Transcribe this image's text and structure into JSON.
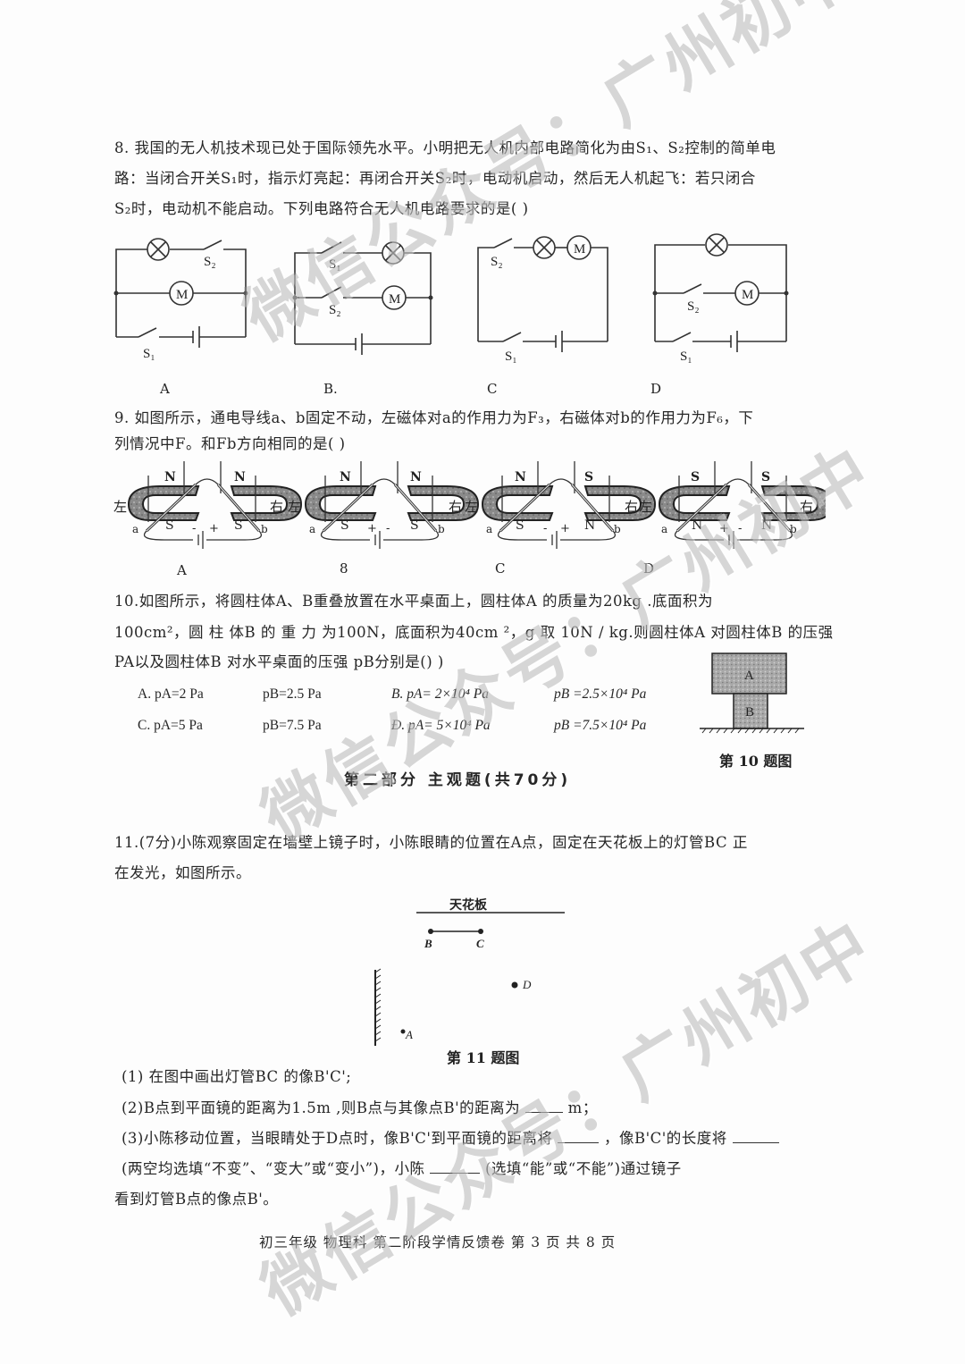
{
  "watermark": {
    "text": "微信公众号：广州初中"
  },
  "q8": {
    "lines": [
      "8.  我国的无人机技术现已处于国际领先水平。小明把无人机内部电路简化为由S₁、S₂控制的简单电",
      "路：当闭合开关S₁时，指示灯亮起：再闭合开关S₂时，电动机启动，然后无人机起飞：若只闭合",
      "S₂时，电动机不能启动。下列电路符合无人机电路要求的是(      )"
    ],
    "options": [
      {
        "label": "A",
        "lamp": "⊗",
        "motor": "M",
        "switches": [
          "S₂",
          "S₁"
        ]
      },
      {
        "label": "B.",
        "lamp": "⊗",
        "motor": "M",
        "switches": [
          "S₁",
          "S₂"
        ]
      },
      {
        "label": "C",
        "lamp": "⊗",
        "motor": "M",
        "switches": [
          "S₂",
          "S₁"
        ]
      },
      {
        "label": "D",
        "lamp": "⊗",
        "motor": "M",
        "switches": [
          "S₂",
          "S₁"
        ]
      }
    ]
  },
  "q9": {
    "lines": [
      "9.   如图所示，通电导线a、b固定不动，左磁体对a的作用力为F₃，右磁体对b的作用力为F₆，下",
      "列情况中F。和Fb方向相同的是(      )"
    ],
    "side_left": "左",
    "side_right": "右",
    "wire_a": "a",
    "wire_b": "b",
    "options": [
      {
        "label": "A",
        "left_top": "N",
        "left_bottom": "S",
        "right_top": "N",
        "right_bottom": "S",
        "battery_left": "-",
        "battery_right": "+"
      },
      {
        "label": "8",
        "left_top": "N",
        "left_bottom": "S",
        "right_top": "N",
        "right_bottom": "S",
        "battery_left": "+",
        "battery_right": "-"
      },
      {
        "label": "C",
        "left_top": "N",
        "left_bottom": "S",
        "right_top": "S",
        "right_bottom": "N",
        "battery_left": "-",
        "battery_right": "+"
      },
      {
        "label": "D",
        "left_top": "S",
        "left_bottom": "N",
        "right_top": "S",
        "right_bottom": "N",
        "battery_left": "+",
        "battery_right": "-"
      }
    ]
  },
  "q10": {
    "lines": [
      "10.如图所示，将圆柱体A、B重叠放置在水平桌面上，圆柱体A 的质量为20kg     .底面积为",
      "100cm²，圆 柱 体B 的 重 力 为100N，底面积为40cm ²，g 取 10N / kg.则圆柱体A 对圆柱体B 的压强",
      "PA以及圆柱体B 对水平桌面的压强  pB分别是()      )"
    ],
    "options": [
      {
        "a": "A.  pA=2  Pa",
        "b": "pB=2.5  Pa"
      },
      {
        "a": "B.   pA= 2×10⁴ Pa",
        "b": "pB =2.5×10⁴ Pa"
      },
      {
        "a": "C.  pA=5  Pa",
        "b": "pB=7.5  Pa"
      },
      {
        "a": "Ð.  pA= 5×10⁴ Pa",
        "b": "pB =7.5×10⁴ Pa"
      }
    ],
    "figure": {
      "block_a": "A",
      "block_b": "B",
      "caption": "第 10 题图"
    }
  },
  "section": {
    "title": "第二部分  主观题(共70分)"
  },
  "q11": {
    "lines": [
      "11.(7分)小陈观察固定在墙壁上镜子时，小陈眼睛的位置在A点，固定在天花板上的灯管BC  正",
      "在发光，如图所示。"
    ],
    "figure": {
      "ceiling": "天花板",
      "point_b": "B",
      "point_c": "C",
      "point_d": "D",
      "point_a": "A",
      "caption": "第 11 题图"
    },
    "sub1": "(1)  在图中画出灯管BC  的像B'C';",
    "sub2_pre": "(2)B点到平面镜的距离为1.5m  ,则B点与其像点B'的距离为",
    "sub2_post": "m；",
    "sub3_a": "(3)小陈移动位置，当眼睛处于D点时，像B'C'到平面镜的距离将",
    "sub3_b": "，像B'C'的长度将",
    "sub3_c_pre": "(两空均选填“不变”、“变大”或“变小”)，小陈",
    "sub3_c_post": "(选填“能”或“不能”)通过镜子",
    "sub3_d": "看到灯管B点的像点B'。"
  },
  "footer": {
    "text": "初三年级   物理科  第二阶段学情反馈卷  第  3  页  共  8  页"
  }
}
